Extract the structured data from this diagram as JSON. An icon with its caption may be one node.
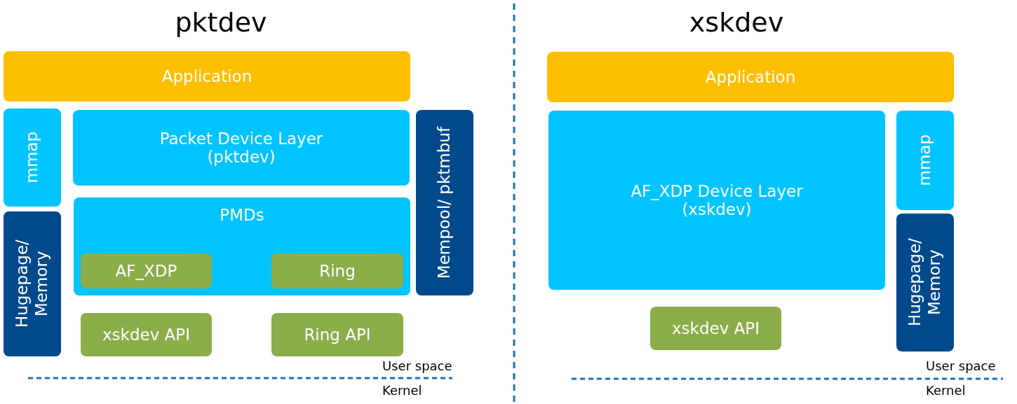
{
  "diagram": {
    "nodes": [
      {
        "text": [
          "Application"
        ]
      },
      {
        "text": [
          "mmap"
        ]
      },
      {
        "text": [
          "Packet Device Layer (pktdev)"
        ]
      },
      {
        "text": [
          "Mempool/ pktmbuf"
        ]
      },
      {
        "text": [
          "Hugepage/ Memory"
        ]
      },
      {
        "text": [
          "PMDs"
        ]
      },
      {
        "text": [
          "AF_XDP"
        ],
        "in": 5
      },
      {
        "text": [
          "Ring"
        ],
        "in": 5
      },
      {
        "text": [
          "xskdev API"
        ]
      },
      {
        "text": [
          "Ring API"
        ]
      },
      {
        "text": [
          "Application"
        ]
      },
      {
        "text": [
          "AF_XDP Device Layer (xskdev)"
        ]
      },
      {
        "text": [
          "mmap"
        ]
      },
      {
        "text": [
          "Hugepage/ Memory"
        ]
      },
      {
        "text": [
          "xskdev API"
        ]
      }
    ],
    "labels": [
      "pktdev",
      "xskdev",
      "User space",
      "Kernel",
      "User space",
      "Kernel"
    ]
  }
}
